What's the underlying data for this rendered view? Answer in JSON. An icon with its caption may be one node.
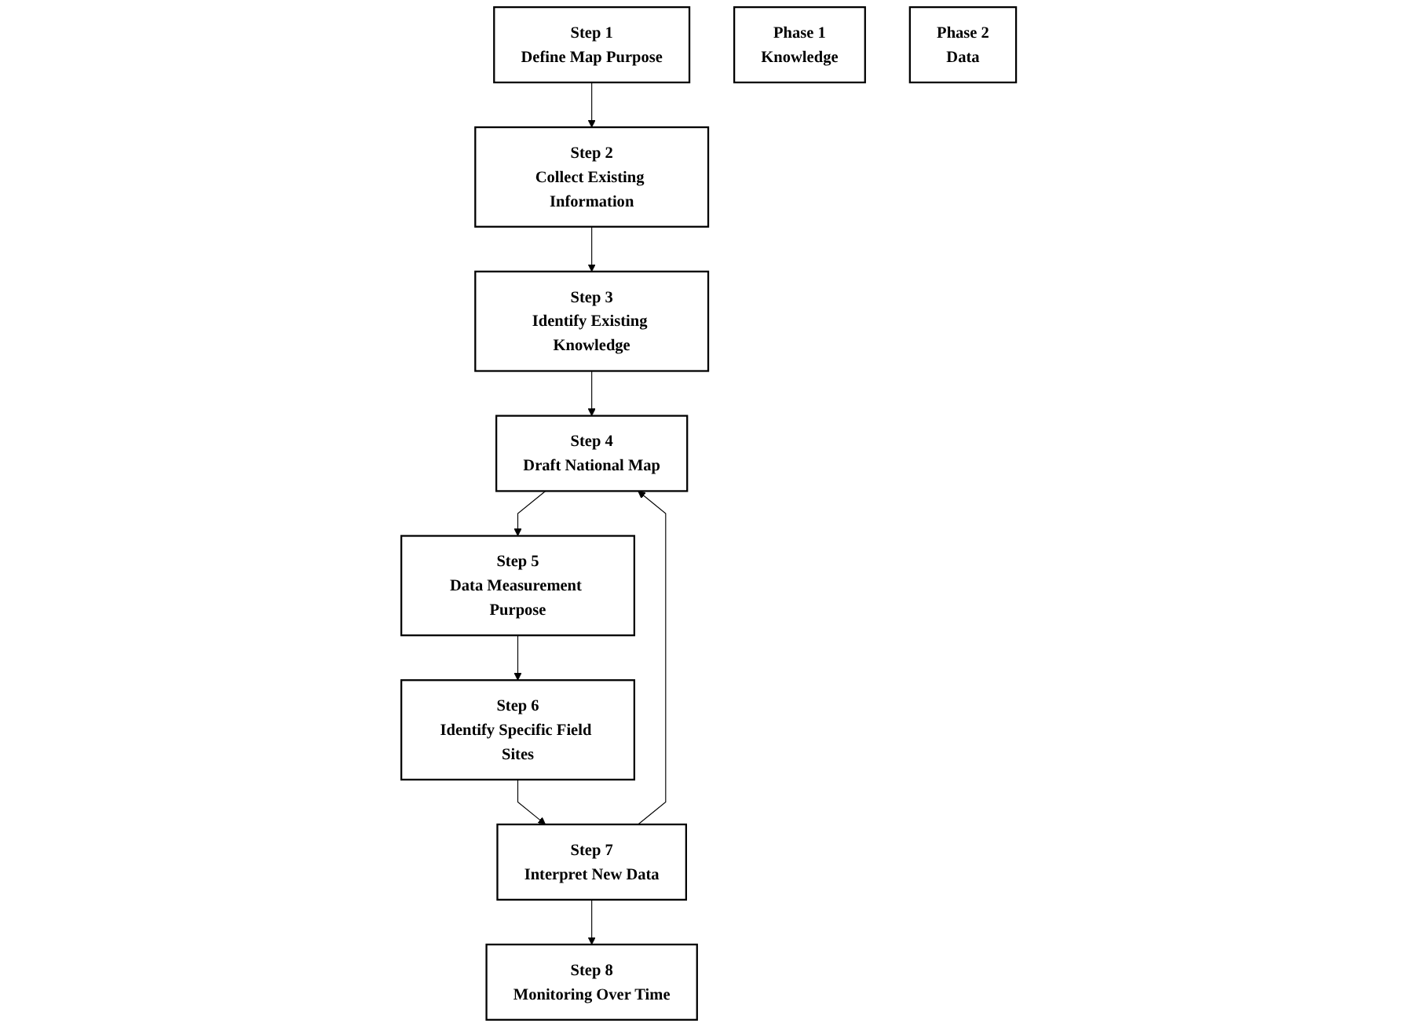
{
  "diagram": {
    "nodes": [
      {
        "text": [
          "Step 1",
          "Define Map Purpose"
        ]
      },
      {
        "text": [
          "Phase 1",
          "Knowledge"
        ]
      },
      {
        "text": [
          "Step 2",
          "Collect Existing Information"
        ]
      },
      {
        "text": [
          "Step 3",
          "Identify Existing Knowledge"
        ]
      },
      {
        "text": [
          "Step 4",
          "Draft National Map"
        ]
      },
      {
        "text": [
          "Step 5",
          "Data Measurement Purpose"
        ]
      },
      {
        "text": [
          "Phase 2",
          "Data"
        ]
      },
      {
        "text": [
          "Step 6",
          "Identify Specific Field Sites"
        ]
      },
      {
        "text": [
          "Step 7",
          "Interpret New Data"
        ]
      },
      {
        "text": [
          "Step 8",
          "Monitoring Over Time"
        ]
      }
    ],
    "edges": [
      {
        "from": 0,
        "to": 2,
        "arrow": "to"
      },
      {
        "from": 2,
        "to": 3,
        "arrow": "to"
      },
      {
        "from": 3,
        "to": 4,
        "arrow": "to"
      },
      {
        "from": 4,
        "to": 5,
        "arrow": "to"
      },
      {
        "from": 5,
        "to": 7,
        "arrow": "to"
      },
      {
        "from": 7,
        "to": 8,
        "arrow": "to"
      },
      {
        "from": 8,
        "to": 9,
        "arrow": "to"
      },
      {
        "from": 8,
        "to": 4,
        "arrow": "to"
      }
    ]
  }
}
